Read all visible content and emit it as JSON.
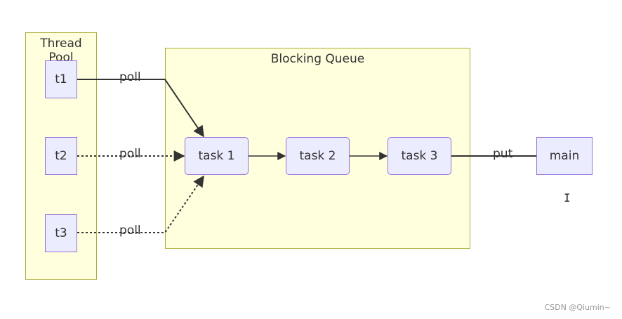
{
  "clusters": {
    "thread_pool": "Thread Pool",
    "blocking_queue": "Blocking Queue"
  },
  "nodes": {
    "t1": "t1",
    "t2": "t2",
    "t3": "t3",
    "task1": "task 1",
    "task2": "task 2",
    "task3": "task 3",
    "main": "main"
  },
  "edges": {
    "t1_poll": "poll",
    "t2_poll": "poll",
    "t3_poll": "poll",
    "main_put": "put"
  },
  "watermark": "CSDN @Qiumin~",
  "cursor_glyph": "I"
}
